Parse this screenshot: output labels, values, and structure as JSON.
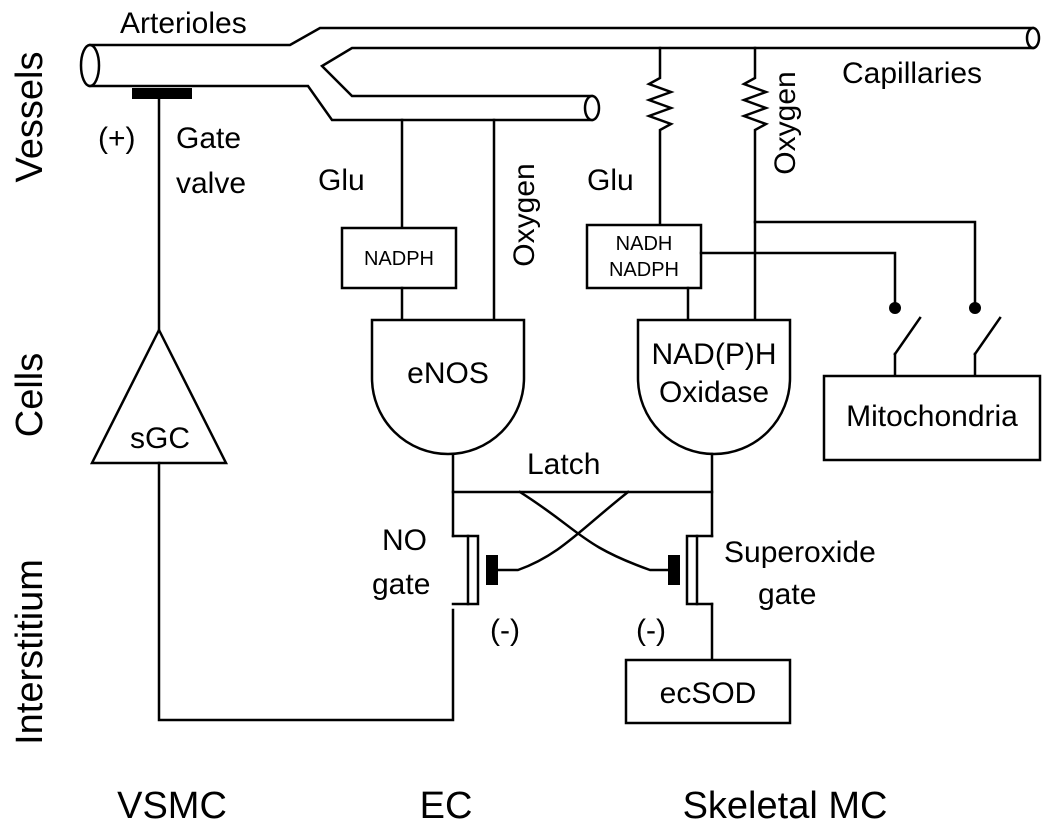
{
  "rows": {
    "vessels": "Vessels",
    "cells": "Cells",
    "interstitium": "Interstitium"
  },
  "columns": {
    "vsmc": "VSMC",
    "ec": "EC",
    "skeletal_mc": "Skeletal MC"
  },
  "vessels": {
    "arterioles": "Arterioles",
    "capillaries": "Capillaries"
  },
  "gate_valve": {
    "sign": "(+)",
    "line1": "Gate",
    "line2": "valve"
  },
  "inputs": {
    "glu_ec": "Glu",
    "oxygen_ec": "Oxygen",
    "glu_mc": "Glu",
    "oxygen_mc": "Oxygen"
  },
  "boxes": {
    "nadph": "NADPH",
    "nadh_line1": "NADH",
    "nadh_line2": "NADPH",
    "mitochondria": "Mitochondria",
    "ecsod": "ecSOD",
    "sgc": "sGC"
  },
  "gates": {
    "enos": "eNOS",
    "oxidase_line1": "NAD(P)H",
    "oxidase_line2": "Oxidase",
    "latch": "Latch"
  },
  "transistors": {
    "no_line1": "NO",
    "no_line2": "gate",
    "no_sign": "(-)",
    "superoxide_line1": "Superoxide",
    "superoxide_line2": "gate",
    "superoxide_sign": "(-)"
  }
}
